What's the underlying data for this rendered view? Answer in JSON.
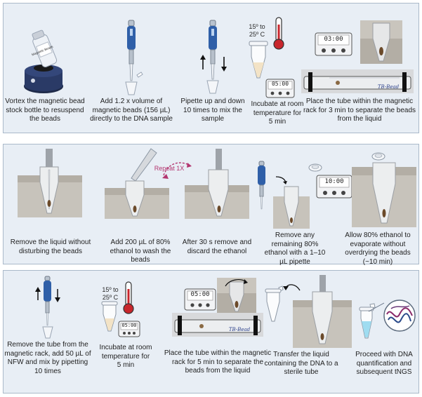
{
  "panel1": {
    "steps": [
      {
        "caption": "Vortex the magnetic bead stock bottle to resuspend the beads",
        "bottle_label": "Magnetic Beads"
      },
      {
        "caption": "Add 1.2 x volume of magnetic beads (156 µL) directly to the DNA sample"
      },
      {
        "caption": "Pipette up and down 10 times to mix the sample"
      },
      {
        "caption": "Incubate at room temperature for 5 min",
        "temp_label": "15º to 25º C",
        "timer": "05:00"
      },
      {
        "caption": "Place the tube within the magnetic rack for 3 min to separate the beads from the liquid",
        "timer": "03:00",
        "rack_label": "TB-Bead"
      }
    ]
  },
  "panel2": {
    "repeat_label": "Repeat 1X",
    "steps": [
      {
        "caption": "Remove the liquid without disturbing the beads"
      },
      {
        "caption": "Add 200 µL of 80% ethanol to wash the beads"
      },
      {
        "caption": "After 30 s remove and discard the ethanol"
      },
      {
        "caption": "Remove any remaining 80% ethanol with a 1–10 µL pipette"
      },
      {
        "caption": "Allow 80% ethanol to evaporate without overdrying the beads (~10 min)",
        "timer": "10:00"
      }
    ]
  },
  "panel3": {
    "steps": [
      {
        "caption": "Remove the tube from the magnetic rack, add 50 µL of NFW and mix by pipetting 10 times"
      },
      {
        "caption": "Incubate at room temperature for 5 min",
        "temp_label": "15º to 25º C",
        "timer": "05:00"
      },
      {
        "caption": "Place the tube within the magnetic rack for 5 min to separate the beads from the liquid",
        "timer": "05:00",
        "rack_label": "TB-Bead"
      },
      {
        "caption": "Transfer the liquid containing the DNA to a sterile tube"
      },
      {
        "caption": "Proceed with DNA quantification and subsequent tNGS"
      }
    ]
  }
}
